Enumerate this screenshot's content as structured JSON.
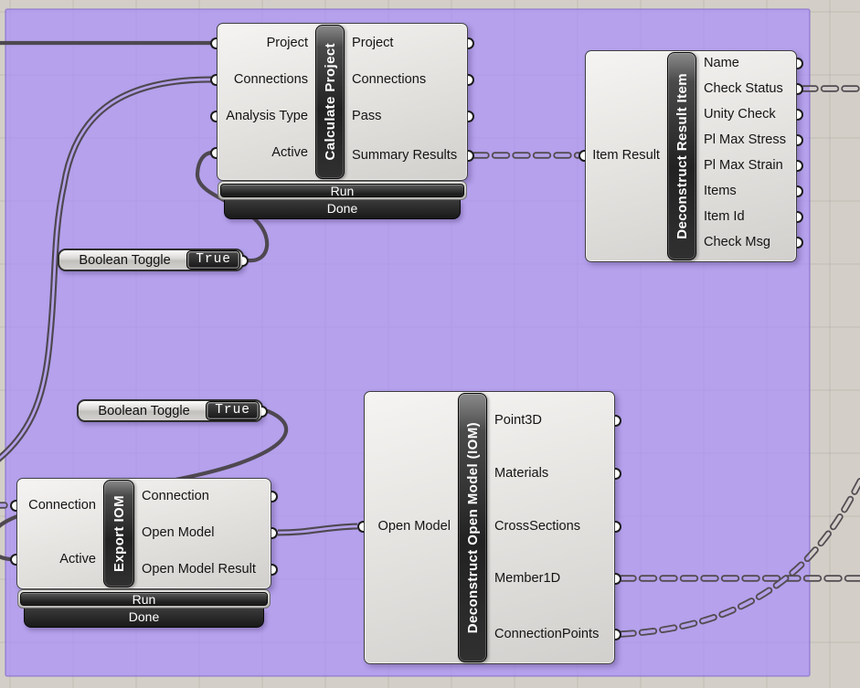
{
  "components": [
    {
      "title": "Calculate Project",
      "inputs": [
        "Project",
        "Connections",
        "Analysis Type",
        "Active"
      ],
      "outputs": [
        "Project",
        "Connections",
        "Pass",
        "Summary Results"
      ],
      "run_label": "Run",
      "done_label": "Done"
    },
    {
      "title": "Deconstruct Result Item",
      "inputs": [
        "Item Result"
      ],
      "outputs": [
        "Name",
        "Check Status",
        "Unity Check",
        "Pl Max Stress",
        "Pl Max Strain",
        "Items",
        "Item Id",
        "Check Msg"
      ]
    },
    {
      "title": "Export IOM",
      "inputs": [
        "Connection",
        "Active"
      ],
      "outputs": [
        "Connection",
        "Open Model",
        "Open Model Result"
      ],
      "run_label": "Run",
      "done_label": "Done"
    },
    {
      "title": "Deconstruct Open Model (IOM)",
      "inputs": [
        "Open Model"
      ],
      "outputs": [
        "Point3D",
        "Materials",
        "CrossSections",
        "Member1D",
        "ConnectionPoints"
      ]
    }
  ],
  "toggles": [
    {
      "label": "Boolean Toggle",
      "value": "True"
    },
    {
      "label": "Boolean Toggle",
      "value": "True"
    }
  ],
  "colors": {
    "canvas": "#d3cfc8",
    "group": "#b5a0ec",
    "wire": "#4e4850",
    "component_body": "#e6e4e1",
    "name_bar": "#262626"
  }
}
